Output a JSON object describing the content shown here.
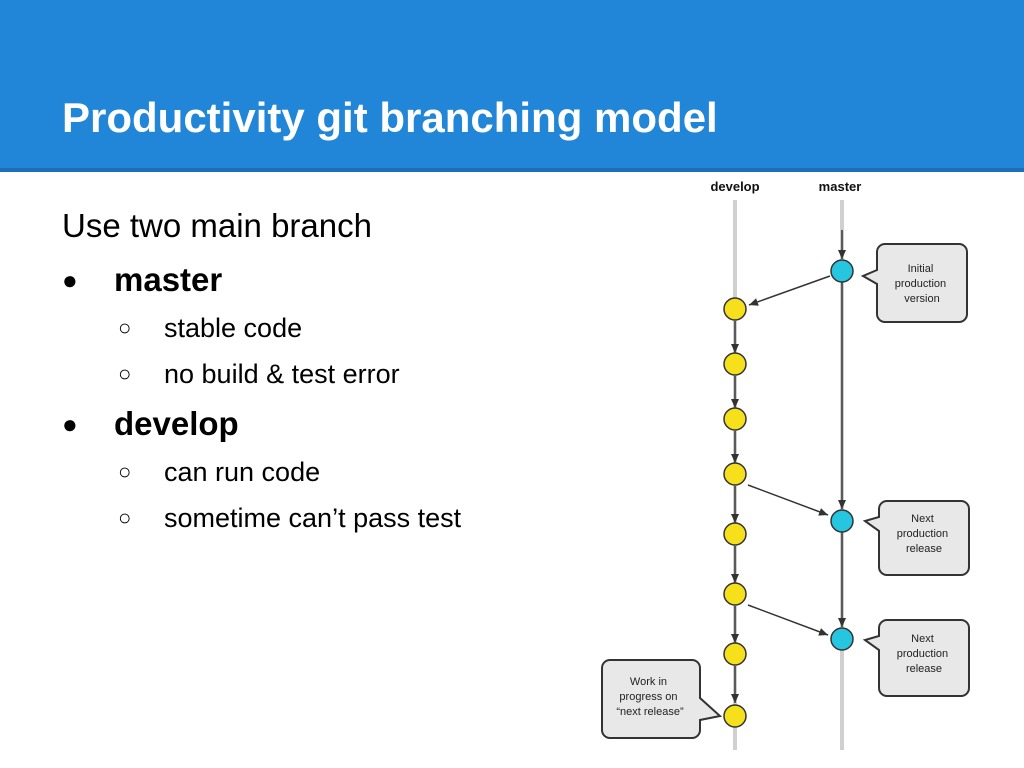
{
  "slide": {
    "title": "Productivity git branching model",
    "intro": "Use two main branch",
    "bullets": [
      {
        "label": "master",
        "sub": [
          "stable code",
          "no build & test error"
        ]
      },
      {
        "label": "develop",
        "sub": [
          "can run code",
          "sometime can’t pass test"
        ]
      }
    ]
  },
  "diagram": {
    "columns": {
      "develop": "develop",
      "master": "master"
    },
    "callouts": {
      "initial": [
        "Initial",
        "production",
        "version"
      ],
      "next1": [
        "Next",
        "production",
        "release"
      ],
      "next2": [
        "Next",
        "production",
        "release"
      ],
      "wip": [
        "Work in",
        "progress on",
        "“next release”"
      ]
    }
  },
  "colors": {
    "header": "#2185d8",
    "develop_commit": "#f6e01b",
    "master_commit": "#27c6e0",
    "callout": "#e8e8e8"
  }
}
